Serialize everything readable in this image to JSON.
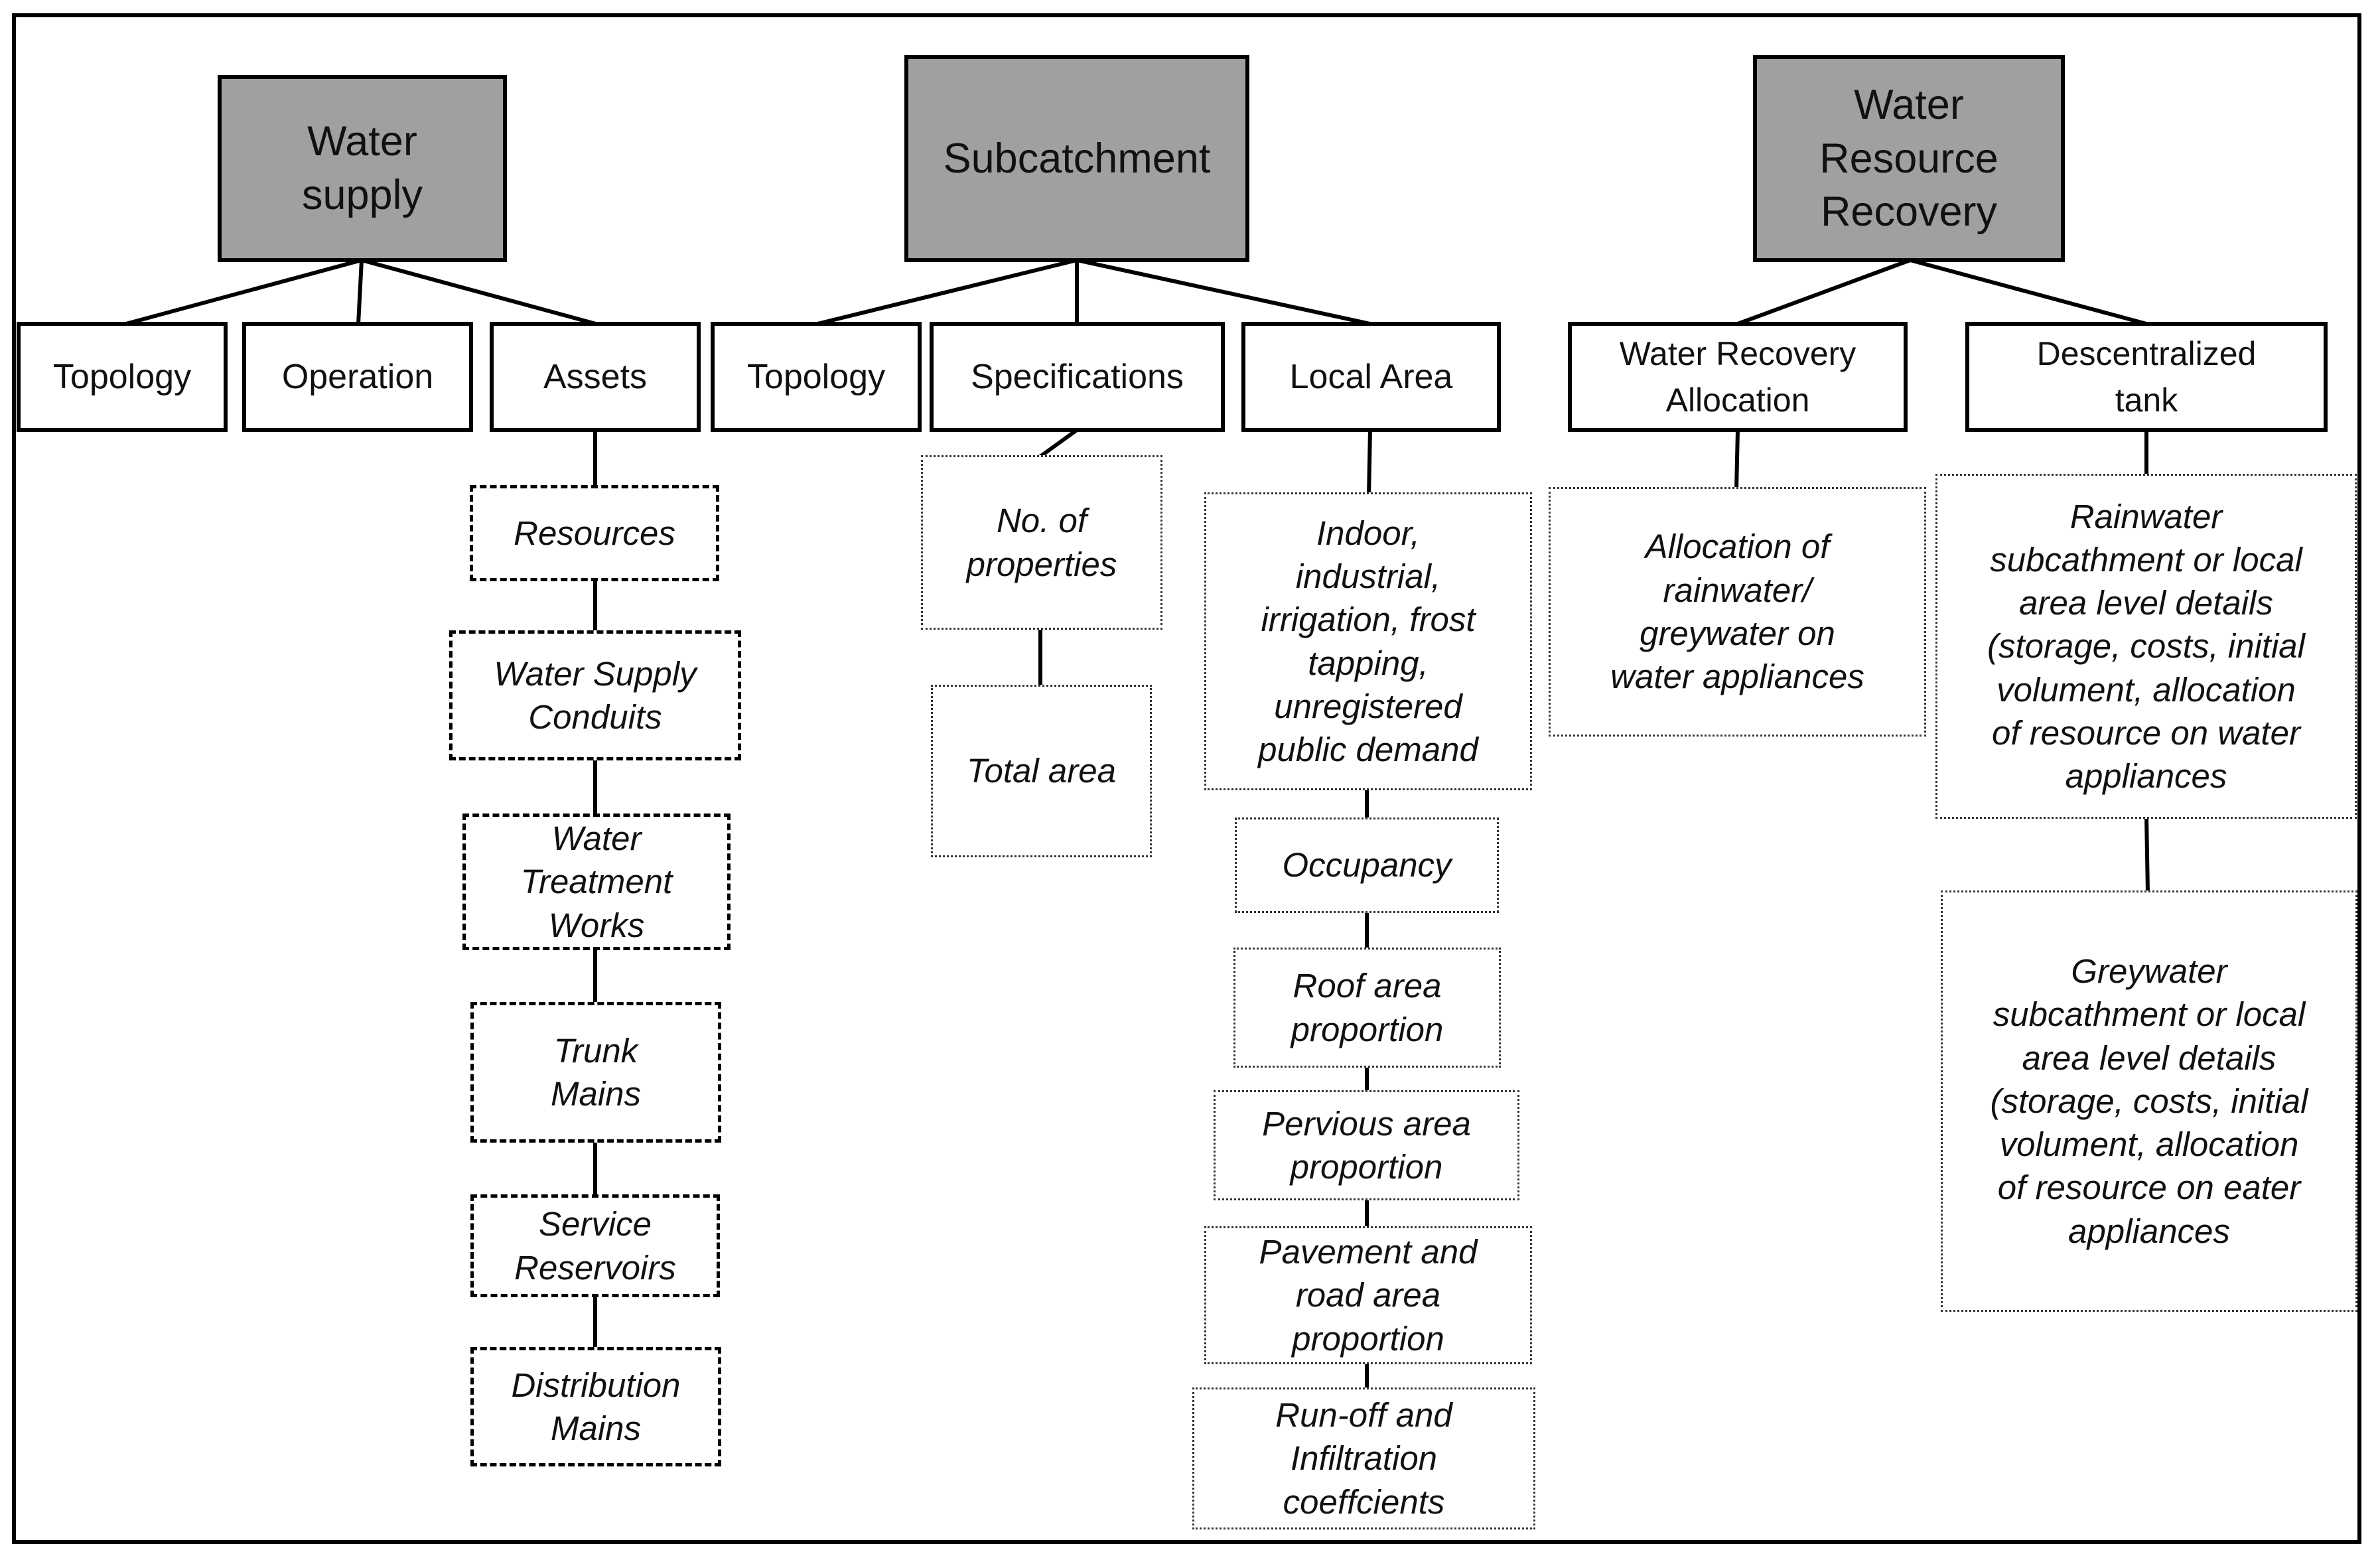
{
  "top_nodes": {
    "water_supply": "Water\nsupply",
    "subcatchment": "Subcatchment",
    "water_resource_recovery": "Water\nResource\nRecovery"
  },
  "categories": {
    "ws_topology": "Topology",
    "ws_operation": "Operation",
    "ws_assets": "Assets",
    "sc_topology": "Topology",
    "sc_specifications": "Specifications",
    "sc_local_area": "Local Area",
    "wrr_allocation": "Water Recovery\nAllocation",
    "wrr_tank": "Descentralized\ntank"
  },
  "assets": [
    "Resources",
    "Water Supply\nConduits",
    "Water\nTreatment\nWorks",
    "Trunk\nMains",
    "Service\nReservoirs",
    "Distribution\nMains"
  ],
  "specifications": [
    "No. of\nproperties",
    "Total area"
  ],
  "local_area": [
    "Indoor,\nindustrial,\nirrigation, frost\ntapping,\nunregistered\npublic demand",
    "Occupancy",
    "Roof area\nproportion",
    "Pervious area\nproportion",
    "Pavement and\nroad area\nproportion",
    "Run-off and\nInfiltration\ncoeffcients"
  ],
  "recovery_allocation": [
    "Allocation of\nrainwater/\ngreywater on\nwater appliances"
  ],
  "tank": [
    "Rainwater\nsubcathment or local\narea level details\n(storage, costs, initial\nvolument, allocation\nof resource on water\nappliances",
    "Greywater\nsubcathment or local\narea level details\n(storage, costs, initial\nvolument, allocation\nof resource on eater\nappliances"
  ]
}
